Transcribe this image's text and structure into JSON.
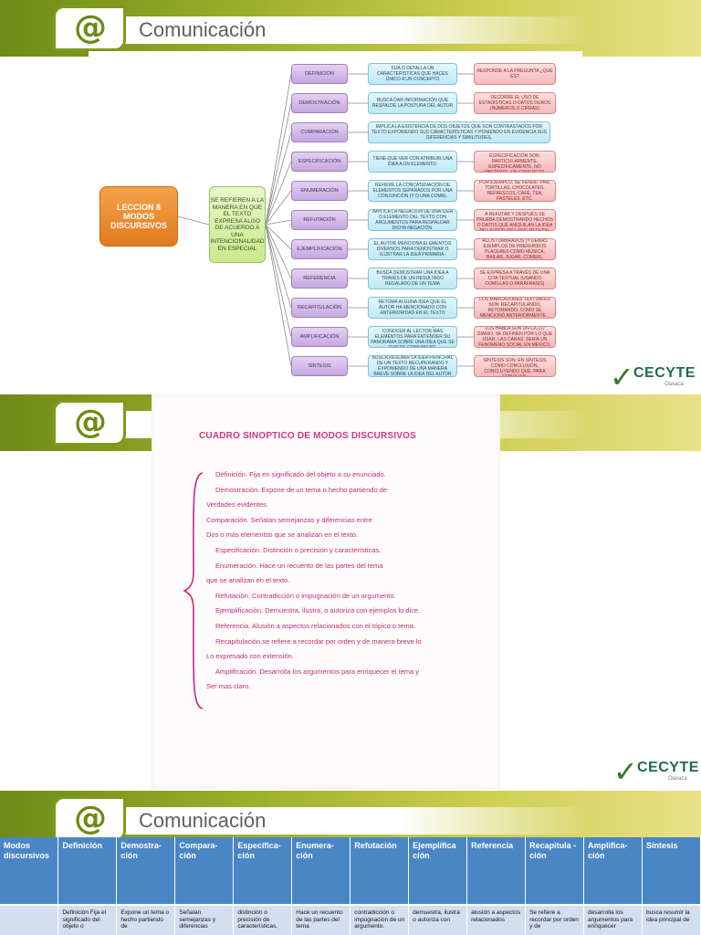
{
  "header": {
    "title": "Comunicación",
    "logo_glyph": "@"
  },
  "cecyte": {
    "name": "CECYTE",
    "sub": "Oaxaca"
  },
  "slide1": {
    "lesson": "LECCION 8\nMODOS\nDISCURSIVOS",
    "refiere": "SE REFIEREN A LA MANERA EN QUE EL TEXTO EXPRESA ALGO DE ACUERDO A UNA INTENCIONALIDAD EN ESPECIAL",
    "rows": [
      {
        "mode": "DEFINICIÓN",
        "desc": "FIJA O DETALLA UN CARACTERÍSTICAS QUE HACES ÚNICO A UN CONCEPTO",
        "example": "RESPONDE A LA PREGUNTA ¿QUÉ ES?"
      },
      {
        "mode": "DEMOSTRACIÓN",
        "desc": "BUSCA DAR INFORMACIÓN QUE RESPALDE LA POSTURA DEL AUTOR",
        "example": "DECORRE EL USO DE ESTADÍSTICAS O DATOS DUROS (NÚMEROS O CIFRAS)"
      },
      {
        "mode": "COMPARACIÓN",
        "desc": "IMPLICA LA EXISTENCIA DE DOS OBJETOS QUE SON CONTRASTADOS POR TEXTO EXPONIENDO SUS CARACTERÍSTICAS Y PONIENDO EN EVIDENCIA SUS DIFERENCIAS Y SIMILITUDES.",
        "example": ""
      },
      {
        "mode": "ESPECIFICACIÓN",
        "desc": "TIENE QUE VER CON ATRIBUIR UNA IDEA A UN ELEMENTO.",
        "example": "LOS MARCADORES QUE REFIEREN A UNA ESPECIFICACIÓN SON: PARTICULARMENTE, ESPECÍFICAMENTE, NO OBSTANTE, EN CONCRETO, PERSONALMENTE."
      },
      {
        "mode": "ENUMERACIÓN",
        "desc": "REFIERE LA CONCATENACIÓN DE ELEMENTOS SEPARADOS POR UNA CONJUNCIÓN (Y O UNA COMA).",
        "example": "POR EJEMPLO, SE VENDE: PAN, TORTILLAS, CHOCOLATES, REFRESCOS, CAFÉ, TEA, PASTELES, ETC."
      },
      {
        "mode": "REFUTACIÓN",
        "desc": "IMPLICA LA NEGACIÓN DE UNA IDEA O ELEMENTO DEL TEXTO CON ARGUMENTOS PARA RESPALDAR DICHA NEGACIÓN.",
        "example": "ESTRUCTURA: PRIMERO LA IDEA A REFUTAR Y DESPUÉS SE PRUEBA DEMOSTRANDO HECHOS O DATOS QUE ANIQUILAN LA IDEA DEL AUTOR (DEL QUE REFUTA)."
      },
      {
        "mode": "EJEMPLIFICACIÓN",
        "desc": "EL AUTOR MENCIONA ELEMENTOS DIVERSOS PARA DEMOSTRAR O ILUSTRAR LA IDEA PRIMARIA.",
        "example": "ACOSTUMBRADOS (Y DEMÁS EJEMPLOS DE PREFERIDOS PLACERES COMO MÚSICA, BAILAR, JUGAR, COMER)."
      },
      {
        "mode": "REFERENCIA",
        "desc": "BUSCA DEMOSTRAR UNA IDEA A TRAVÉS DE UN RESULTADO REGALADO DE UN TEMA",
        "example": "SE EXPRESA A TRAVÉS DE UNA CITA TEXTUAL (USANDO COMILLAS O PARÁFRASIS)"
      },
      {
        "mode": "RECAPITULACIÓN",
        "desc": "RETOMA ALGUNA IDEA QUE EL AUTOR HA MENCIONADO CON ANTERIORIDAD EN EL TEXTO",
        "example": "LOS MARCADORES TEXTUALES SON: RECAPITULANDO, RETOMANDO, COMO SE MENCIONÓ ANTERIORMENTE..."
      },
      {
        "mode": "AMPLIFICACIÓN",
        "desc": "TIENE COMO OBJETIVO QUE EL CONOCER AL LECTOR MÁS ELEMENTOS PARA ENTENDER SU PANORAMA SOBRE UNA IDEA QUE SE QUIERE COMUNICAR.",
        "example": "LOS HABLA SON UN CICLO DIARIO, SE DEFINEN POR LO QUE USAR, LAS CARAS, SERÍA UN FENÓMENO SOCIAL EN MÉXICO."
      },
      {
        "mode": "SÍNTESIS",
        "desc": "BUSCA RESUMIR LA IDEA PRINCIPAL DE UN TEXTO RECUPERANDO Y EXPONIENDO DE UNA MANERA BREVE SOBRE LA IDEA DEL AUTOR",
        "example": "LOS MARCADORES DE LA SÍNTESIS SON: EN SÍNTESIS COMO CONCLUSIÓN, CONCLUYENDO QUE, PARA CONCLUIR."
      }
    ]
  },
  "slide2": {
    "title": "CUADRO SINOPTICO DE MODOS DISCURSIVOS",
    "lines": [
      "Definición. Fija en significado del objeto a su enunciado.",
      "Demostración. Expone de un tema o hecho partiendo de",
      "Verdades evidentes.",
      "Comparación. Señalan semejanzas y diferencias entre",
      "Dos o más elementos que se analizan en el texto.",
      "Especificación. Distinción o precisión y características.",
      "Enumeración. Hace un recuento de las partes del tema",
      "que se analizan en el texto.",
      "Refutación. Contradicción o impugnación de un argumento.",
      "Ejemplificación. Demuestra, ilustra, o autoriza con ejemplos lo dice.",
      "Referencia. Alusión a aspectos relacionados con el tópico o tema.",
      "Recapitulación.se refiere a recordar por orden y de manera breve lo",
      "Lo expresado con extensión.",
      "Amplificación. Desarrolla los argumentos para enriquecer el tema y",
      "Ser mas claro."
    ]
  },
  "slide3": {
    "headers": [
      "Modos discursivos",
      "Definición",
      "Demostra-ción",
      "Compara-ción",
      "Especifica-ción",
      "Enumera-ción",
      "Refutación",
      "Ejemplifica ción",
      "Referencia",
      "Recapitula - ción",
      "Amplifica-ción",
      "Síntesis"
    ],
    "cells": [
      "",
      "Definición Fija el significado del objeto o",
      "Expone un tema o hecho partiendo de",
      "Señalan semejanzas y diferencias",
      "distinción o precisión de características,",
      "Hace un recuento de las partes del tema",
      "contradicción o impugnación de un argumento.",
      "demuestra, ilustra o autoriza con",
      "alusión a aspectos relacionados",
      "Se refiere a recordar por orden y de",
      "desarrolla los argumentos para enriquecer",
      "busca resumir la idea principal de"
    ]
  }
}
